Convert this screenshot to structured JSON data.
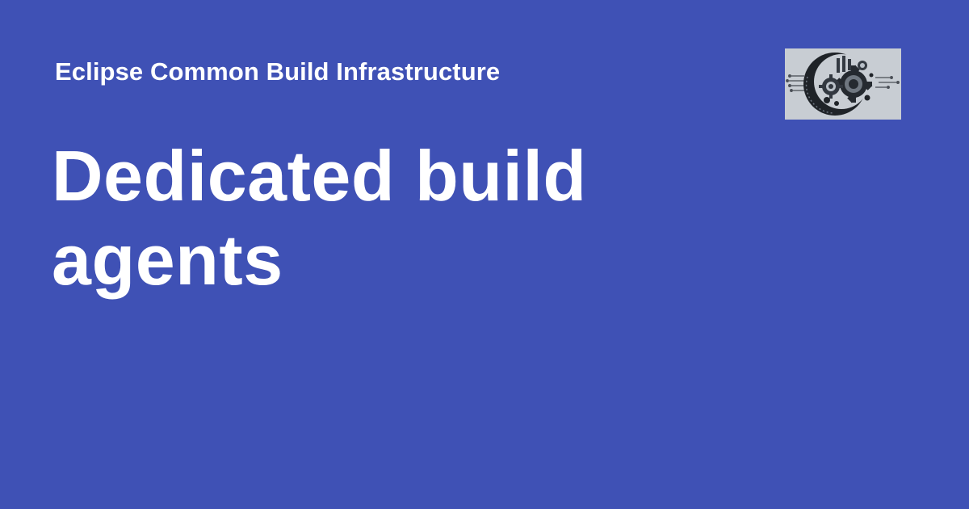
{
  "header": {
    "site_name": "Eclipse Common Build Infrastructure"
  },
  "main": {
    "title": "Dedicated build agents"
  },
  "logo": {
    "icon": "gears-crescent-logo"
  },
  "colors": {
    "background": "#3f51b5",
    "text": "#ffffff",
    "logo_background": "#c7ccd2"
  }
}
